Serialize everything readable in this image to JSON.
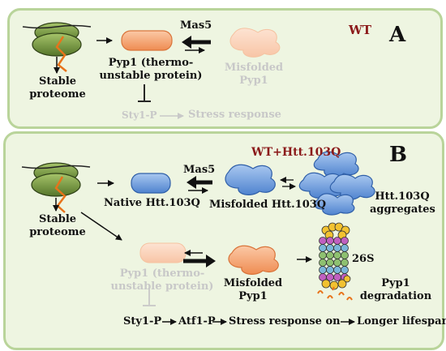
{
  "panel_a": {
    "tag": "WT",
    "letter": "A",
    "stable_proteome": "Stable proteome",
    "pyp1": "Pyp1 (thermo-unstable protein)",
    "mas5": "Mas5",
    "misfolded_pyp1": "Misfolded Pyp1",
    "sty1p": "Sty1-P",
    "stress_response": "Stress response"
  },
  "panel_b": {
    "tag": "WT+Htt.103Q",
    "letter": "B",
    "stable_proteome": "Stable proteome",
    "native_htt": "Native Htt.103Q",
    "mas5": "Mas5",
    "misfolded_htt": "Misfolded Htt.103Q",
    "htt_aggregates": "Htt.103Q aggregates",
    "pyp1": "Pyp1 (thermo-unstable protein)",
    "misfolded_pyp1": "Misfolded Pyp1",
    "proteasome": "26S",
    "pyp1_degradation": "Pyp1 degradation",
    "pathway": [
      "Sty1-P",
      "Atf1-P",
      "Stress response on",
      "Longer lifespan"
    ]
  },
  "colors": {
    "panel_fill": "#eef5e1",
    "panel_border": "#b9d49a",
    "tag_red": "#8b1a1a",
    "pyp1_orange": "#f4a070",
    "htt_blue": "#5b8fd6",
    "ribosome_green": "#6b8f3a",
    "mrna_orange": "#e8731a",
    "faded": "#c8c8c8"
  }
}
